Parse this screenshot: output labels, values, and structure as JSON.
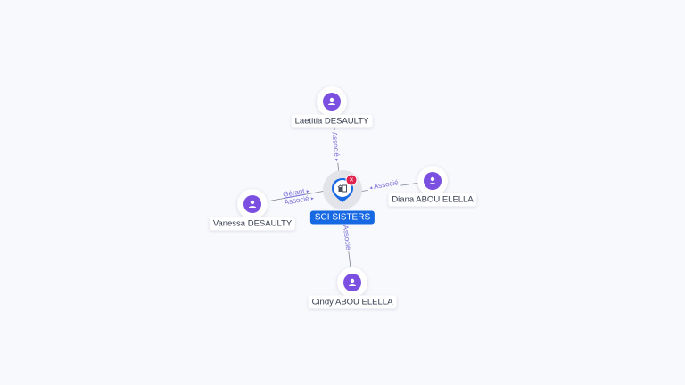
{
  "company": {
    "name": "SCI SISTERS",
    "icon": "building-icon",
    "close_icon": "×",
    "accent_color": "#1668e3"
  },
  "persons": [
    {
      "name": "Laetitia DESAULTY",
      "role": "Associé"
    },
    {
      "name": "Vanessa DESAULTY",
      "role_line1": "Gérant",
      "role_line2": "Associé"
    },
    {
      "name": "Diana ABOU ELELLA",
      "role": "Associé"
    },
    {
      "name": "Cindy ABOU ELELLA",
      "role": "Associé"
    }
  ],
  "colors": {
    "person_node": "#7b4fe0",
    "edge_label": "#7a6fd8",
    "close_badge": "#e0234e"
  }
}
